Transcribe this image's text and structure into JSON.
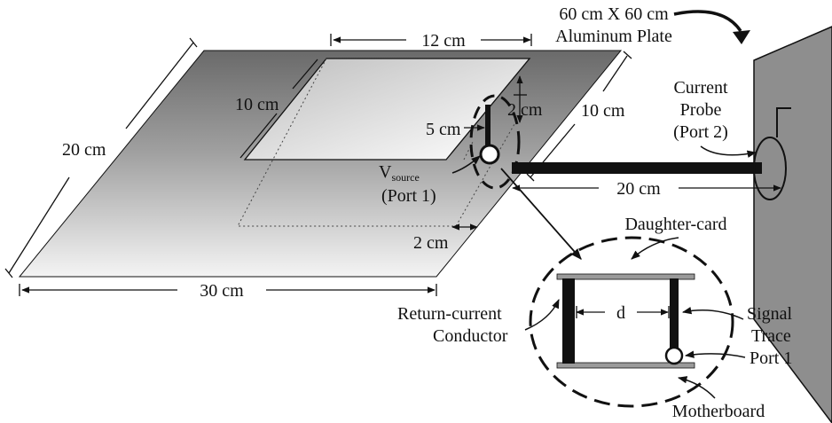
{
  "plate": {
    "title_line1": "60 cm X 60 cm",
    "title_line2": "Aluminum Plate"
  },
  "board": {
    "dim_width": "30 cm",
    "dim_depth": "20 cm"
  },
  "cutout": {
    "dim_width": "12 cm",
    "dim_depth": "10 cm",
    "dim_right_edge": "10 cm",
    "dim_lower_gap": "2 cm"
  },
  "source": {
    "dim_height": "2 cm",
    "dim_offset": "5 cm",
    "label_v": "V",
    "label_sub": "source",
    "label_port": "(Port 1)"
  },
  "probe": {
    "label_line1": "Current",
    "label_line2": "Probe",
    "label_line3": "(Port 2)"
  },
  "cable": {
    "dim_length": "20 cm"
  },
  "inset": {
    "daughter_card": "Daughter-card",
    "motherboard": "Motherboard",
    "separation": "d",
    "return_line1": "Return-current",
    "return_line2": "Conductor",
    "signal_line1": "Signal",
    "signal_line2": "Trace",
    "port": "Port 1"
  }
}
